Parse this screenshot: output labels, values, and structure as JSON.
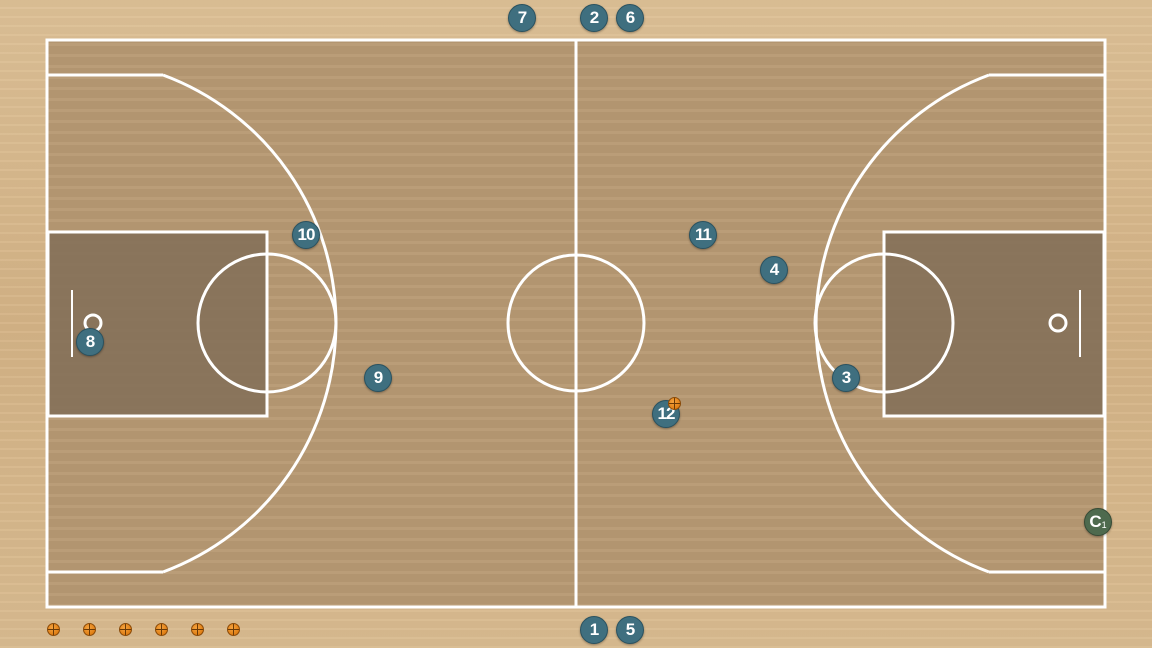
{
  "court": {
    "line_color": "#ffffff",
    "floor_color": "#b89a74",
    "paint_color": "#816e57",
    "surround_color": "#d8b98e"
  },
  "players": [
    {
      "id": "p1",
      "label": "1"
    },
    {
      "id": "p2",
      "label": "2"
    },
    {
      "id": "p3",
      "label": "3"
    },
    {
      "id": "p4",
      "label": "4"
    },
    {
      "id": "p5",
      "label": "5"
    },
    {
      "id": "p6",
      "label": "6"
    },
    {
      "id": "p7",
      "label": "7"
    },
    {
      "id": "p8",
      "label": "8"
    },
    {
      "id": "p9",
      "label": "9"
    },
    {
      "id": "p10",
      "label": "10"
    },
    {
      "id": "p11",
      "label": "11"
    },
    {
      "id": "p12",
      "label": "12"
    }
  ],
  "coach": {
    "label": "C",
    "subscript": "1"
  },
  "colors": {
    "player_fill": "#3f6f7f",
    "coach_fill": "#4e6a4e",
    "ball": "#e07f14"
  },
  "ball_rack_count": 6
}
